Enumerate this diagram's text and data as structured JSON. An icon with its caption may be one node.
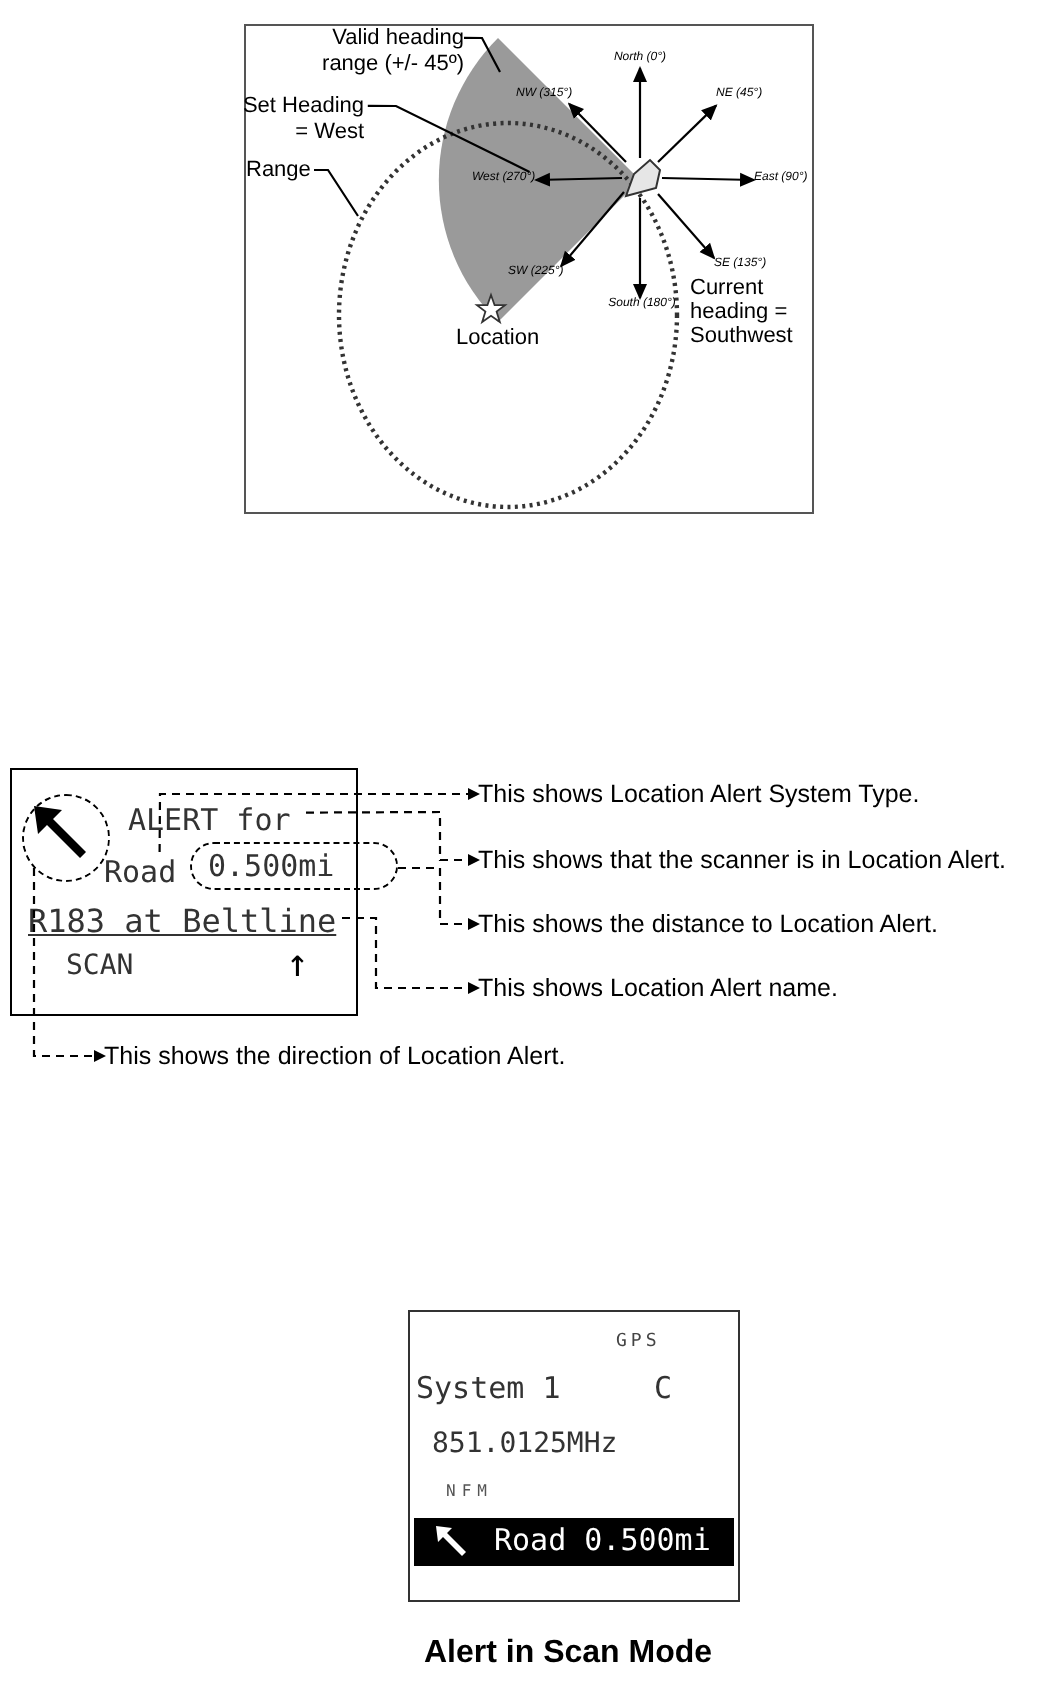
{
  "diagram": {
    "nodes": [
      {
        "text": [
          "Valid heading range (+/- 45º)"
        ]
      },
      {
        "text": [],
        "shape": "wedge"
      },
      {
        "text": [
          "Set Heading = West"
        ]
      },
      {
        "text": [
          "Range"
        ]
      },
      {
        "text": [],
        "shape": "circle"
      },
      {
        "text": [],
        "shape": "pentagon"
      },
      {
        "text": [
          "North (0°)"
        ]
      },
      {
        "text": [
          "NE (45°)"
        ]
      },
      {
        "text": [
          "East (90°)"
        ]
      },
      {
        "text": [
          "SE (135°)"
        ]
      },
      {
        "text": [
          "South (180°)"
        ],
        "in": 4
      },
      {
        "text": [
          "SW (225°)"
        ]
      },
      {
        "text": [
          "West (270°)"
        ]
      },
      {
        "text": [
          "NW (315°)"
        ],
        "in": 1
      },
      {
        "text": [],
        "shape": "star",
        "beside": [
          "Location"
        ]
      },
      {
        "text": [],
        "shape": "box"
      },
      {
        "text": [],
        "shape": "circle",
        "in": 15
      },
      {
        "text": [
          "ALERT for"
        ],
        "in": 15
      },
      {
        "text": [
          "Road"
        ],
        "in": 15
      },
      {
        "text": [
          "0.500mi"
        ]
      },
      {
        "text": [
          "R183 at Beltline"
        ],
        "in": 15
      },
      {
        "text": [
          "This shows Location Alert System Type."
        ]
      },
      {
        "text": [
          "This shows that the scanner is in Location Alert."
        ]
      },
      {
        "text": [
          "This shows the distance to Location Alert."
        ]
      },
      {
        "text": [
          "This shows Location Alert name."
        ]
      },
      {
        "text": [
          "This shows the direction of Location Alert."
        ]
      },
      {
        "text": [
          "GPS",
          "System 1",
          "C",
          "851.0125MHz",
          "NFM"
        ],
        "beside": [
          "Alert in Scan Mode"
        ]
      },
      {
        "text": [
          "Road 0.500mi"
        ],
        "in": 26
      }
    ],
    "edges": [
      {
        "from": 0,
        "to": 1,
        "arrow": "none"
      },
      {
        "from": 2,
        "to": 12,
        "arrow": "none"
      },
      {
        "from": 3,
        "to": 4,
        "arrow": "none"
      },
      {
        "from": 5,
        "to": 6,
        "arrow": "to"
      },
      {
        "from": 5,
        "to": 7,
        "arrow": "to"
      },
      {
        "from": 5,
        "to": 8,
        "arrow": "to"
      },
      {
        "from": 5,
        "to": 9,
        "arrow": "to"
      },
      {
        "from": 5,
        "to": 10,
        "arrow": "to"
      },
      {
        "from": 5,
        "to": 11,
        "arrow": "to"
      },
      {
        "from": 5,
        "to": 12,
        "arrow": "to"
      },
      {
        "from": 5,
        "to": 13,
        "arrow": "to"
      },
      {
        "from": 18,
        "to": 21,
        "arrow": "to",
        "style": "dashed"
      },
      {
        "from": 17,
        "to": 22,
        "arrow": "to",
        "style": "dashed"
      },
      {
        "from": 19,
        "to": 23,
        "arrow": "to",
        "style": "dashed"
      },
      {
        "from": 20,
        "to": 24,
        "arrow": "to",
        "style": "dashed"
      },
      {
        "from": 16,
        "to": 25,
        "arrow": "to",
        "style": "dashed"
      }
    ],
    "labels": [
      "Current heading = Southwest",
      "SCAN",
      "↑"
    ]
  }
}
